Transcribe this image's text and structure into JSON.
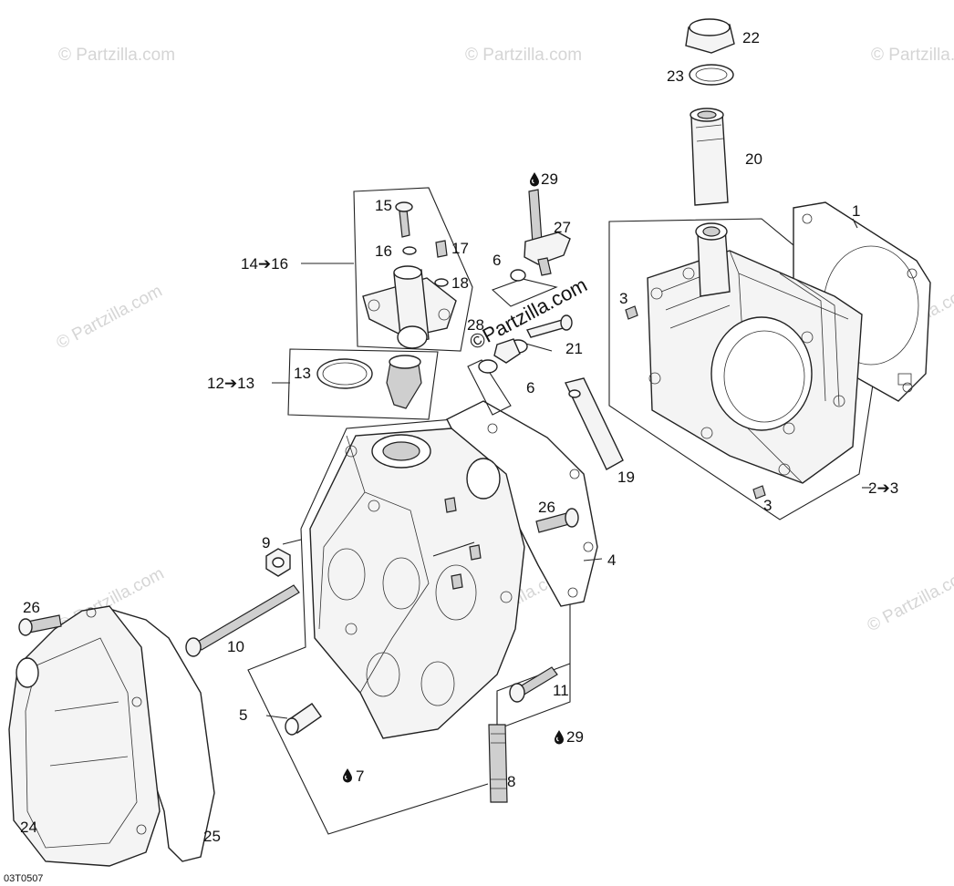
{
  "watermarks": {
    "corner": "© Partzilla.com",
    "center": "©Partzilla.com"
  },
  "drawing_code": "03T0507",
  "labels": [
    {
      "id": "1",
      "text": "1"
    },
    {
      "id": "2to3",
      "text": "2➔3"
    },
    {
      "id": "3a",
      "text": "3"
    },
    {
      "id": "3b",
      "text": "3"
    },
    {
      "id": "4",
      "text": "4"
    },
    {
      "id": "5",
      "text": "5"
    },
    {
      "id": "6a",
      "text": "6"
    },
    {
      "id": "6b",
      "text": "6"
    },
    {
      "id": "7",
      "text": "7"
    },
    {
      "id": "8",
      "text": "8"
    },
    {
      "id": "9",
      "text": "9"
    },
    {
      "id": "10",
      "text": "10"
    },
    {
      "id": "11",
      "text": "11"
    },
    {
      "id": "12to13",
      "text": "12➔13"
    },
    {
      "id": "13",
      "text": "13"
    },
    {
      "id": "14to16",
      "text": "14➔16"
    },
    {
      "id": "15",
      "text": "15"
    },
    {
      "id": "16",
      "text": "16"
    },
    {
      "id": "17",
      "text": "17"
    },
    {
      "id": "18",
      "text": "18"
    },
    {
      "id": "19",
      "text": "19"
    },
    {
      "id": "20",
      "text": "20"
    },
    {
      "id": "21",
      "text": "21"
    },
    {
      "id": "22",
      "text": "22"
    },
    {
      "id": "23",
      "text": "23"
    },
    {
      "id": "24",
      "text": "24"
    },
    {
      "id": "25",
      "text": "25"
    },
    {
      "id": "26a",
      "text": "26"
    },
    {
      "id": "26b",
      "text": "26"
    },
    {
      "id": "27",
      "text": "27"
    },
    {
      "id": "28",
      "text": "28"
    },
    {
      "id": "29a",
      "text": "29"
    },
    {
      "id": "29b",
      "text": "29"
    }
  ]
}
